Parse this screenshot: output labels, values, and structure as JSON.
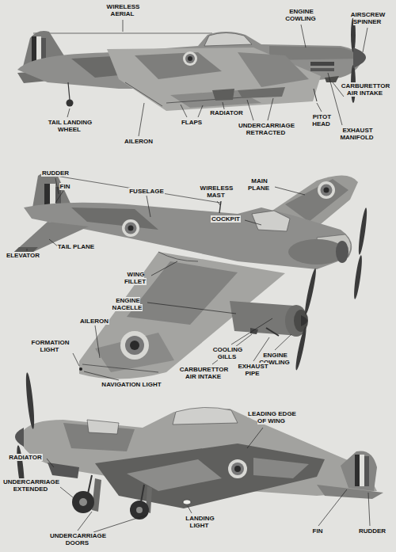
{
  "diagram": {
    "labels": [
      "WIRELESS AERIAL",
      "ENGINE COWLING",
      "AIRSCREW SPINNER",
      "TAIL LANDING WHEEL",
      "FLAPS",
      "RADIATOR",
      "UNDERCARRIAGE RETRACTED",
      "PITOT HEAD",
      "CARBURETTOR AIR INTAKE",
      "AILERON",
      "EXHAUST MANIFOLD",
      "RUDDER",
      "FIN",
      "FUSELAGE",
      "WIRELESS MAST",
      "MAIN PLANE",
      "COCKPIT",
      "TAIL PLANE",
      "ELEVATOR",
      "WING FILLET",
      "ENGINE NACELLE",
      "AILERON",
      "FORMATION LIGHT",
      "COOLING GILLS",
      "ENGINE COWLING",
      "CARBURETTOR AIR INTAKE",
      "EXHAUST PIPE",
      "NAVIGATION LIGHT",
      "LEADING EDGE OF WING",
      "RADIATOR",
      "UNDERCARRIAGE EXTENDED",
      "LANDING LIGHT",
      "UNDERCARRIAGE DOORS",
      "FIN",
      "RUDDER"
    ]
  }
}
